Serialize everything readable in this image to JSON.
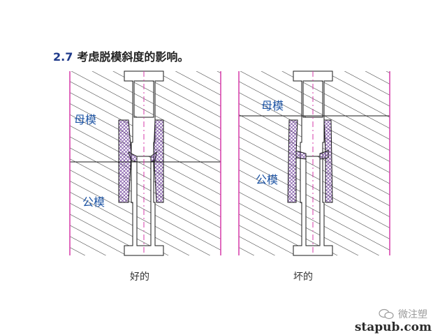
{
  "heading": {
    "number": "2.7",
    "text": "考虑脱模斜度的影响。"
  },
  "good": {
    "cavity_label": "母模",
    "core_label": "公模",
    "caption": "好的"
  },
  "bad": {
    "cavity_label": "母模",
    "core_label": "公模",
    "caption": "坏的"
  },
  "watermark": {
    "text": "微注塑",
    "site": "stapub.com"
  },
  "colors": {
    "hatch": "#2a2a2a",
    "outline": "#1a1a1a",
    "boundary": "#d63aa8",
    "centerline": "#d63aa8",
    "label": "#1e55a5",
    "part_fill": "#7a4fa3"
  }
}
